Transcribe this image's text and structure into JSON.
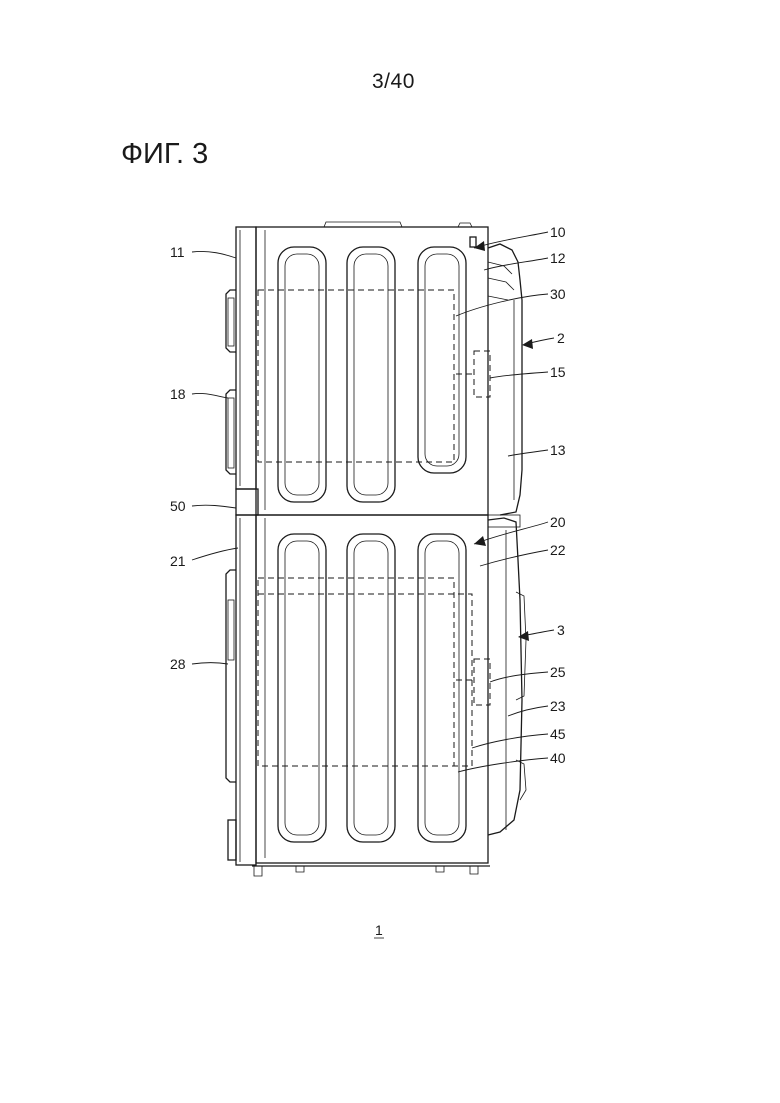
{
  "header": {
    "page_number": "3/40"
  },
  "figure": {
    "title": "ФИГ. 3",
    "assembly_label": "1",
    "reference_numerals": {
      "r10": "10",
      "r12": "12",
      "r30": "30",
      "r2": "2",
      "r15": "15",
      "r13": "13",
      "r20": "20",
      "r22": "22",
      "r3": "3",
      "r25": "25",
      "r23": "23",
      "r45": "45",
      "r40": "40",
      "r11": "11",
      "r18": "18",
      "r50": "50",
      "r21": "21",
      "r28": "28"
    }
  }
}
